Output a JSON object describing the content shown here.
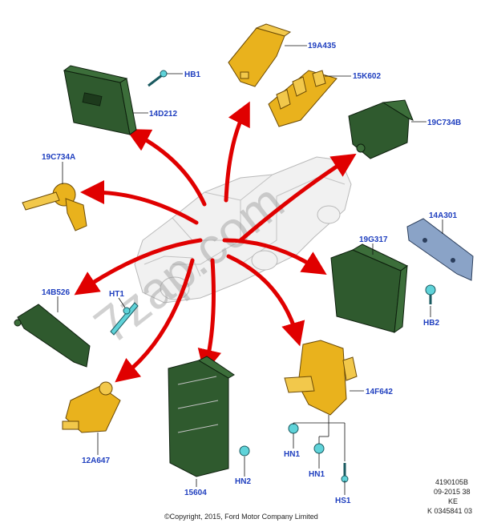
{
  "parts": {
    "p_19A435": "19A435",
    "p_15K602": "15K602",
    "p_HB1": "HB1",
    "p_14D212": "14D212",
    "p_19C734B": "19C734B",
    "p_19C734A": "19C734A",
    "p_14A301": "14A301",
    "p_19G317": "19G317",
    "p_14B526": "14B526",
    "p_HT1": "HT1",
    "p_HB2": "HB2",
    "p_14F642": "14F642",
    "p_12A647": "12A647",
    "p_15604": "15604",
    "p_HN2": "HN2",
    "p_HN1a": "HN1",
    "p_HN1b": "HN1",
    "p_HS1": "HS1"
  },
  "meta": {
    "line1": "4190105B",
    "line2": "09-2015 38",
    "line3": "KE",
    "line4": "K 0345841 03"
  },
  "copyright": "©Copyright, 2015, Ford Motor Company Limited",
  "watermark": "7zap.com",
  "colors": {
    "label": "#1f3fbf",
    "arrow": "#e00000",
    "module_green": "#2f5a2e",
    "bracket_yellow": "#e9b21d",
    "fastener_cyan": "#5fd3d9"
  }
}
